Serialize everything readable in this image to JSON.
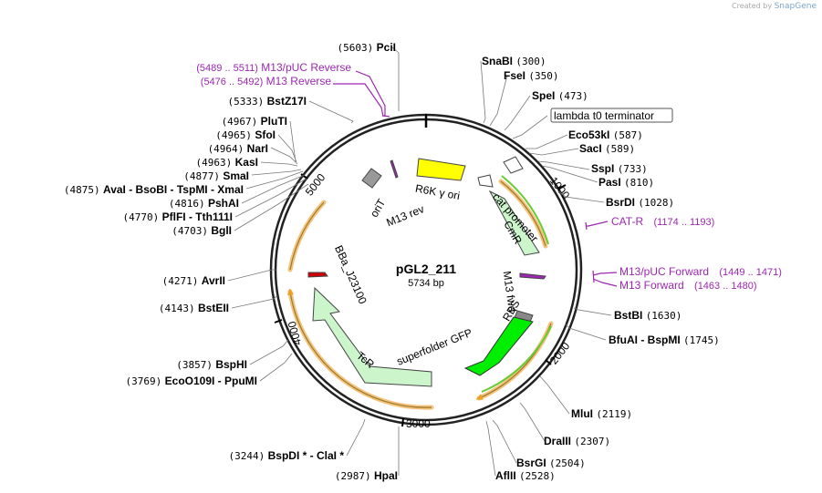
{
  "credit": {
    "prefix": "Created by",
    "brand": "SnapGene"
  },
  "plasmid": {
    "name": "pGL2_211",
    "length": "5734 bp"
  },
  "ticks": [
    "1000",
    "2000",
    "3000",
    "4000",
    "5000"
  ],
  "features": [
    {
      "id": "r6k",
      "label": "R6K γ ori",
      "color": "#ffff00"
    },
    {
      "id": "cmr",
      "label": "CmR",
      "color": "#ccf5cc"
    },
    {
      "id": "catp",
      "label": "cat promoter",
      "color": "#ffffff"
    },
    {
      "id": "lambda",
      "label": "lambda t0 terminator",
      "color": "#ffffff"
    },
    {
      "id": "m13fwd",
      "label": "M13 fwd",
      "color": "#9c27b0"
    },
    {
      "id": "rbs",
      "label": "RBS",
      "color": "#888888"
    },
    {
      "id": "sfgfp",
      "label": "superfolder GFP",
      "color": "#00ee00"
    },
    {
      "id": "tcr",
      "label": "TcR",
      "color": "#ccf5cc"
    },
    {
      "id": "bba",
      "label": "BBa_J23100",
      "color": "#cc0000"
    },
    {
      "id": "orit",
      "label": "oriT",
      "color": "#999999"
    },
    {
      "id": "m13rev",
      "label": "M13 rev",
      "color": "#9c27b0"
    }
  ],
  "sites_left": [
    {
      "pos": "(5603)",
      "name": "PciI"
    },
    {
      "pos": "(5333)",
      "name": "BstZ17I"
    },
    {
      "pos": "(4967)",
      "name": "PluTI"
    },
    {
      "pos": "(4965)",
      "name": "SfoI"
    },
    {
      "pos": "(4964)",
      "name": "NarI"
    },
    {
      "pos": "(4963)",
      "name": "KasI"
    },
    {
      "pos": "(4877)",
      "name": "SmaI"
    },
    {
      "pos": "(4875)",
      "name": "AvaI  - BsoBI  - TspMI  - XmaI"
    },
    {
      "pos": "(4816)",
      "name": "PshAI"
    },
    {
      "pos": "(4770)",
      "name": "PflFI  - Tth111I"
    },
    {
      "pos": "(4703)",
      "name": "BglI"
    },
    {
      "pos": "(4271)",
      "name": "AvrII"
    },
    {
      "pos": "(4143)",
      "name": "BstEII"
    },
    {
      "pos": "(3857)",
      "name": "BspHI"
    },
    {
      "pos": "(3769)",
      "name": "EcoO109I  - PpuMI"
    },
    {
      "pos": "(3244)",
      "name": "BspDI *  - ClaI *"
    },
    {
      "pos": "(2987)",
      "name": "HpaI"
    }
  ],
  "sites_right": [
    {
      "name": "SnaBI",
      "pos": "(300)"
    },
    {
      "name": "FseI",
      "pos": "(350)"
    },
    {
      "name": "SpeI",
      "pos": "(473)"
    },
    {
      "name": "Eco53kI",
      "pos": "(587)"
    },
    {
      "name": "SacI",
      "pos": "(589)"
    },
    {
      "name": "SspI",
      "pos": "(733)"
    },
    {
      "name": "PasI",
      "pos": "(810)"
    },
    {
      "name": "BsrDI",
      "pos": "(1028)"
    },
    {
      "name": "BstBI",
      "pos": "(1630)"
    },
    {
      "name": "BfuAI  - BspMI",
      "pos": "(1745)"
    },
    {
      "name": "MluI",
      "pos": "(2119)"
    },
    {
      "name": "DraIII",
      "pos": "(2307)"
    },
    {
      "name": "BsrGI",
      "pos": "(2504)"
    },
    {
      "name": "AflII",
      "pos": "(2528)"
    }
  ],
  "primers": [
    {
      "range": "(5489 .. 5511)",
      "name": "M13/pUC Reverse"
    },
    {
      "range": "(5476 .. 5492)",
      "name": "M13 Reverse"
    },
    {
      "name": "CAT-R",
      "range": "(1174 .. 1193)"
    },
    {
      "name": "M13/pUC Forward",
      "range": "(1449 .. 1471)"
    },
    {
      "name": "M13 Forward",
      "range": "(1463 .. 1480)"
    }
  ],
  "colors": {
    "primer": "#9c27b0",
    "backbone": "#222222",
    "orf_highlight": "#f5c27a"
  }
}
